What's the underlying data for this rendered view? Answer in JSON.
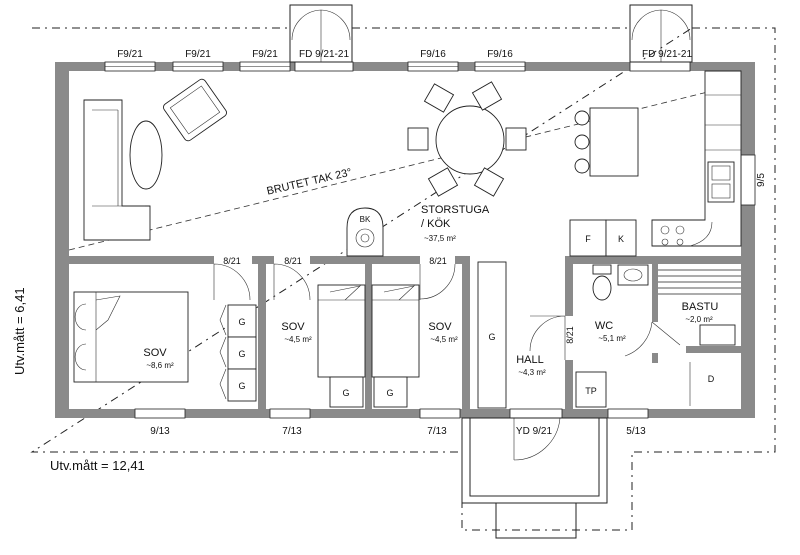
{
  "windows": {
    "w1": "F9/21",
    "w2": "F9/21",
    "w3": "F9/21",
    "fd_left": "FD 9/21-21",
    "w4": "F9/16",
    "w5": "F9/16",
    "fd_right": "FD 9/21-21",
    "right_side": "9/5",
    "bottom_1": "9/13",
    "bottom_2": "7/13",
    "bottom_3": "7/13",
    "entry": "YD 9/21",
    "bottom_4": "5/13"
  },
  "doors": {
    "d1": "8/21",
    "d2": "8/21",
    "d3": "8/21",
    "d4": "8/21"
  },
  "roof_note": "BRUTET TAK 23°",
  "rooms": {
    "living": {
      "name": "STORSTUGA",
      "name2": "/ KÖK",
      "area": "~37,5 m²"
    },
    "bed1": {
      "name": "SOV",
      "area": "~8,6 m²"
    },
    "bed2": {
      "name": "SOV",
      "area": "~4,5 m²"
    },
    "bed3": {
      "name": "SOV",
      "area": "~4,5 m²"
    },
    "hall": {
      "name": "HALL",
      "area": "~4,3 m²"
    },
    "wc": {
      "name": "WC",
      "area": "~5,1 m²"
    },
    "sauna": {
      "name": "BASTU",
      "area": "~2,0 m²"
    }
  },
  "fixtures": {
    "stove": "BK",
    "fridge": "F",
    "kitchen_unit": "K",
    "wardrobe": "G",
    "dryer": "TP",
    "shower": "D"
  },
  "dimensions": {
    "width": "Utv.mått = 12,41",
    "height": "Utv.mått = 6,41"
  }
}
